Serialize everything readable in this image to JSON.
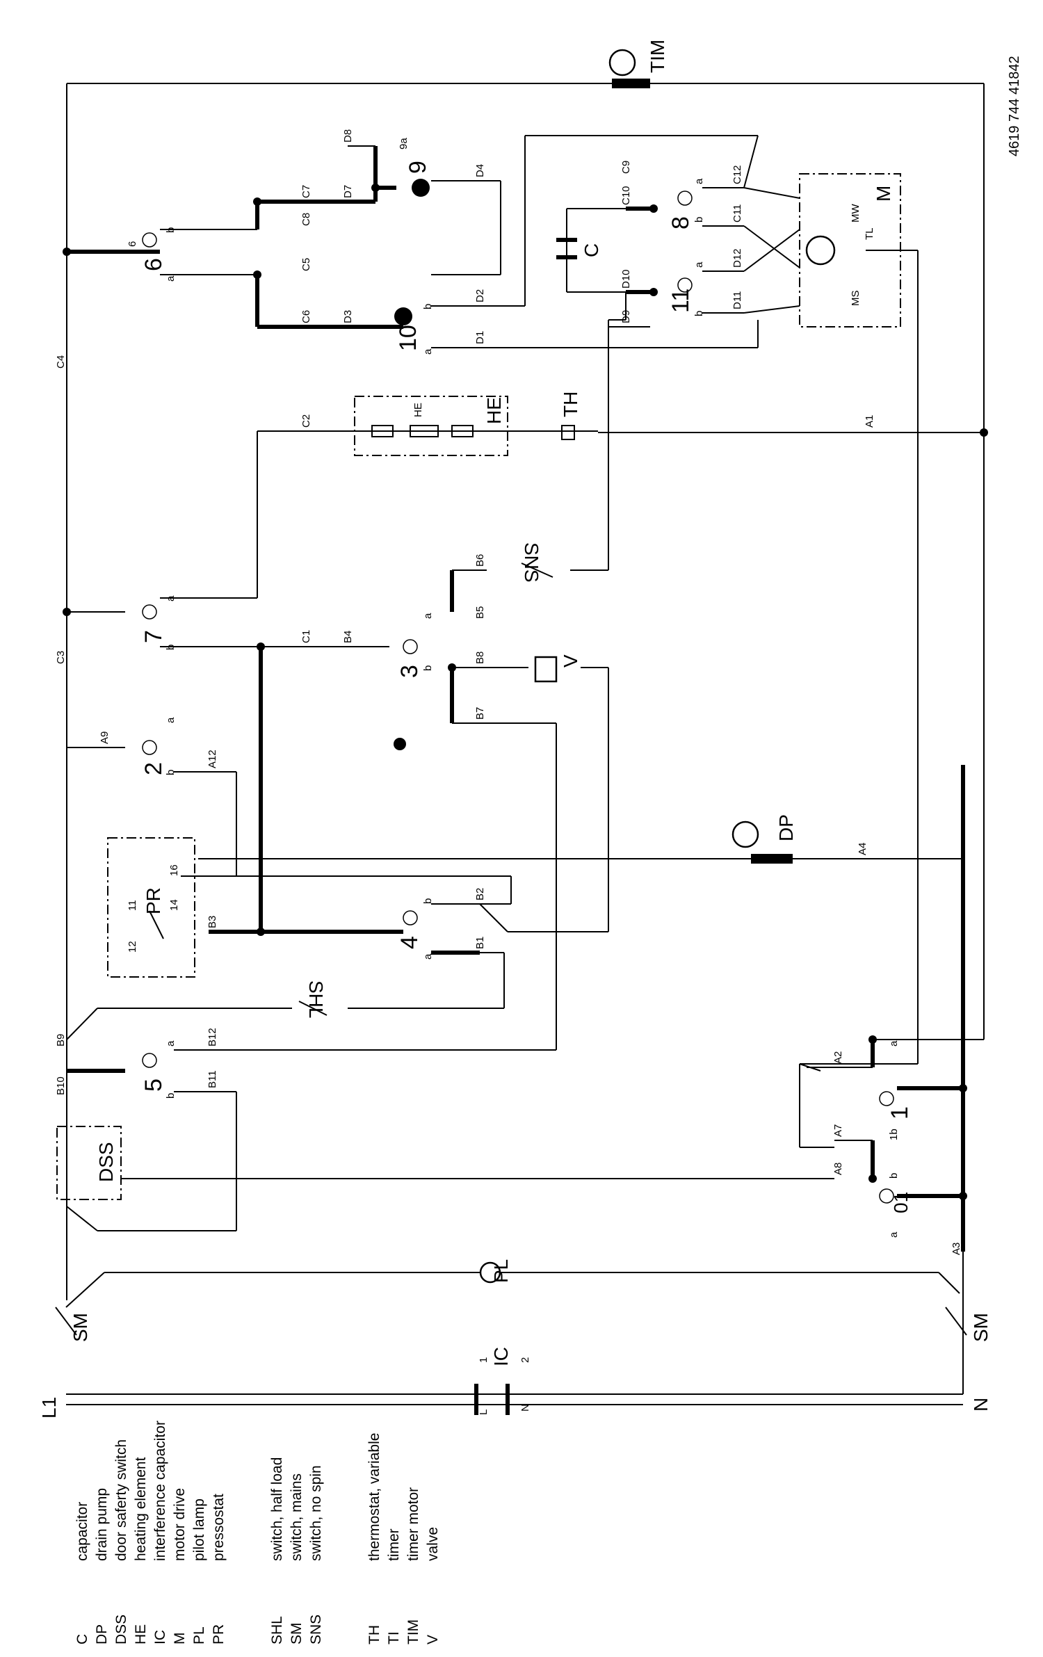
{
  "document_id": "4619 744 41842",
  "legend": [
    {
      "code": "C",
      "desc": "capacitor"
    },
    {
      "code": "DP",
      "desc": "drain pump"
    },
    {
      "code": "DSS",
      "desc": "door saferty switch"
    },
    {
      "code": "HE",
      "desc": "heating element"
    },
    {
      "code": "IC",
      "desc": "interference capacitor"
    },
    {
      "code": "M",
      "desc": "motor drive"
    },
    {
      "code": "PL",
      "desc": "pilot lamp"
    },
    {
      "code": "PR",
      "desc": "pressostat"
    },
    {
      "code": "SHL",
      "desc": "switch, half load"
    },
    {
      "code": "SM",
      "desc": "switch, mains"
    },
    {
      "code": "SNS",
      "desc": "switch, no spin"
    },
    {
      "code": "TH",
      "desc": "thermostat, variable"
    },
    {
      "code": "TI",
      "desc": "timer"
    },
    {
      "code": "TIM",
      "desc": "timer motor"
    },
    {
      "code": "V",
      "desc": "valve"
    }
  ],
  "components": {
    "L1": "L1",
    "N": "N",
    "IC": "IC",
    "SM": "SM",
    "PL": "PL",
    "DSS": "DSS",
    "PR": "PR",
    "SHL": "SHL",
    "SNS": "SNS",
    "TH": "TH",
    "HE": "HE",
    "V": "V",
    "C": "C",
    "M": "M",
    "MS": "MS",
    "MW": "MW",
    "TL": "TL",
    "DP": "DP",
    "TIM": "TIM"
  },
  "timer_cams": [
    "1",
    "2",
    "3",
    "4",
    "5",
    "6",
    "7",
    "8",
    "9",
    "10",
    "11"
  ],
  "terminals": {
    "A": [
      "A1",
      "A2",
      "A3",
      "A4",
      "A7",
      "A8",
      "A9",
      "A12"
    ],
    "B": [
      "B1",
      "B2",
      "B3",
      "B4",
      "B5",
      "B6",
      "B7",
      "B8",
      "B9",
      "B10",
      "B11",
      "B12"
    ],
    "C": [
      "C1",
      "C2",
      "C3",
      "C4",
      "C5",
      "C6",
      "C7",
      "C8",
      "C9",
      "C10",
      "C11",
      "C12"
    ],
    "D": [
      "D1",
      "D2",
      "D3",
      "D4",
      "D7",
      "D8",
      "D9",
      "D10",
      "D11",
      "D12"
    ]
  },
  "contact_marks": {
    "a": "a",
    "b": "b",
    "pin_1": "1",
    "pin_2": "2",
    "pin_3": "3",
    "pin_4": "4",
    "pin_5": "5",
    "pin_6": "6",
    "pin_11": "11",
    "pin_12": "12",
    "pin_14": "14",
    "pin_16": "16",
    "L": "L",
    "N": "N",
    "1b": "1b",
    "01": "01",
    "9a": "9a"
  }
}
